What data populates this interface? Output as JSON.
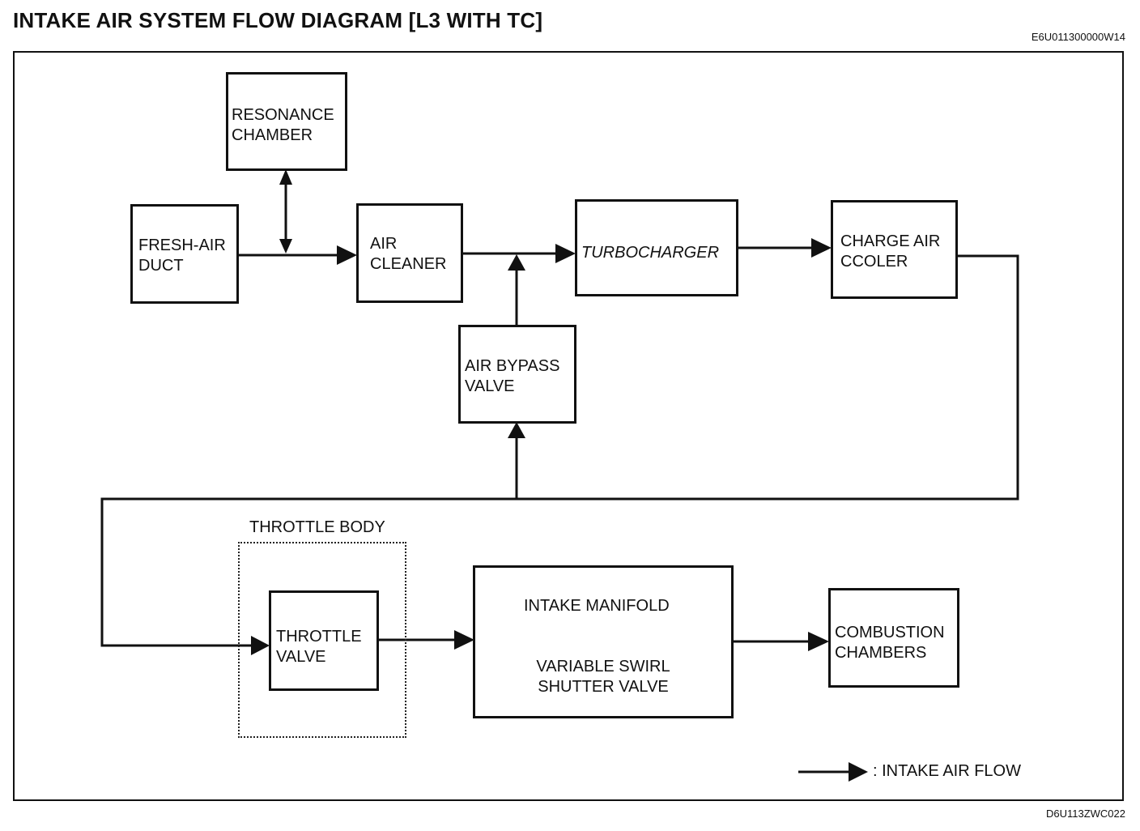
{
  "header": {
    "title": "INTAKE AIR SYSTEM FLOW DIAGRAM [L3 WITH TC]",
    "code_top": "E6U011300000W14",
    "code_bottom": "D6U113ZWC022"
  },
  "components": {
    "resonance_chamber": "RESONANCE\nCHAMBER",
    "fresh_air_duct": "FRESH-AIR\nDUCT",
    "air_cleaner": "AIR\nCLEANER",
    "turbocharger": "TURBOCHARGER",
    "charge_air_cooler": "CHARGE AIR\nCCOLER",
    "air_bypass_valve": "AIR  BYPASS\nVALVE",
    "throttle_body": "THROTTLE BODY",
    "throttle_valve": "THROTTLE\nVALVE",
    "intake_manifold": "INTAKE MANIFOLD",
    "variable_swirl_shutter_valve": "VARIABLE SWIRL\nSHUTTER VALVE",
    "combustion_chambers": "COMBUSTION\nCHAMBERS"
  },
  "legend": {
    "text": ": INTAKE AIR FLOW"
  }
}
